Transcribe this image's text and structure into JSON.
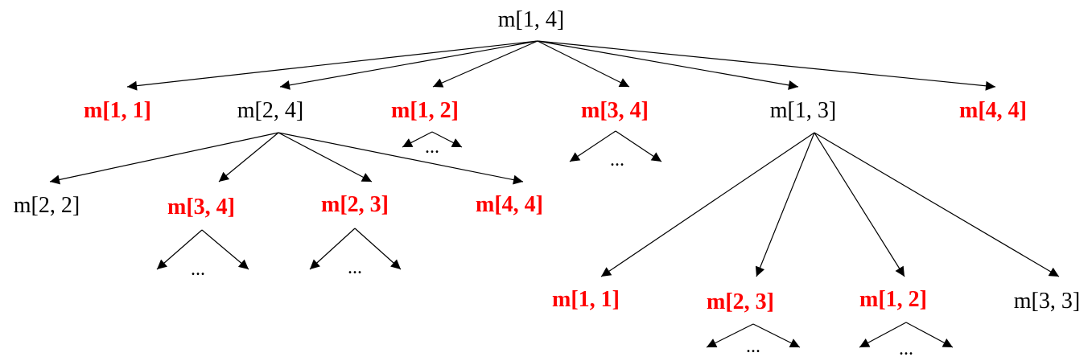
{
  "colors": {
    "normal": "#000000",
    "repeated": "#ff0000",
    "edge": "#000000"
  },
  "nodes": {
    "root": {
      "label": "m[1, 4]",
      "repeated": false
    },
    "n11a": {
      "label": "m[1, 1]",
      "repeated": true
    },
    "n24": {
      "label": "m[2, 4]",
      "repeated": false
    },
    "n12a": {
      "label": "m[1, 2]",
      "repeated": true
    },
    "n34a": {
      "label": "m[3, 4]",
      "repeated": true
    },
    "n13": {
      "label": "m[1, 3]",
      "repeated": false
    },
    "n44a": {
      "label": "m[4, 4]",
      "repeated": true
    },
    "n22": {
      "label": "m[2, 2]",
      "repeated": false
    },
    "n34b": {
      "label": "m[3, 4]",
      "repeated": true
    },
    "n23a": {
      "label": "m[2, 3]",
      "repeated": true
    },
    "n44b": {
      "label": "m[4, 4]",
      "repeated": true
    },
    "n11b": {
      "label": "m[1, 1]",
      "repeated": true
    },
    "n23b": {
      "label": "m[2, 3]",
      "repeated": true
    },
    "n12b": {
      "label": "m[1, 2]",
      "repeated": true
    },
    "n33": {
      "label": "m[3, 3]",
      "repeated": false
    }
  },
  "ellipsis": "..."
}
